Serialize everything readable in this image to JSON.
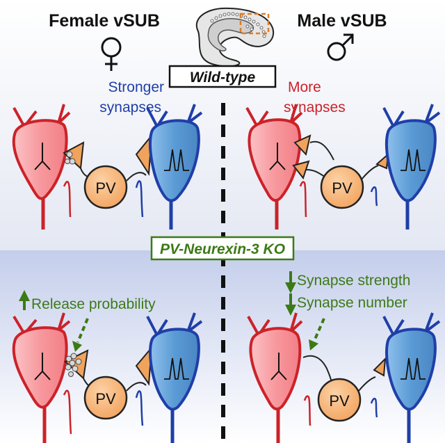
{
  "header": {
    "left_title": "Female vSUB",
    "right_title": "Male vSUB"
  },
  "top_panel": {
    "label": "Wild-type",
    "female_caption_line1": "Stronger",
    "female_caption_line2": "synapses",
    "male_caption_line1": "More",
    "male_caption_line2": "synapses",
    "pv_label_left": "PV",
    "pv_label_right": "PV"
  },
  "bottom_panel": {
    "label": "PV-Neurexin-3 KO",
    "female_caption": "Release probability",
    "male_caption_line1": "Synapse strength",
    "male_caption_line2": "Synapse number",
    "pv_label_left": "PV",
    "pv_label_right": "PV"
  },
  "colors": {
    "red_cell_fill": "#f7999e",
    "red_cell_stroke": "#cc2229",
    "blue_cell_fill": "#5b9bd5",
    "blue_cell_stroke": "#1f3fa8",
    "pv_fill": "#f5b06e",
    "terminal_fill": "#f0a35c",
    "green": "#3c7a16",
    "blue_text": "#1f3fa8",
    "red_text": "#cc2229",
    "orange_box": "#e07b22"
  }
}
